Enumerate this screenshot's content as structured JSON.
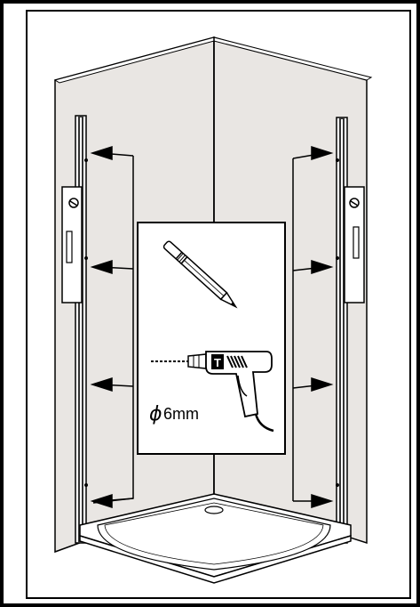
{
  "figure": {
    "drill_size_label": "6mm",
    "diameter_symbol": "ϕ",
    "drill_badge_letter": "T",
    "icons": [
      "pencil-icon",
      "drill-icon"
    ],
    "colors": {
      "wall": "#e9e6e3",
      "tray": "#ffffff",
      "ink": "#000000"
    }
  }
}
